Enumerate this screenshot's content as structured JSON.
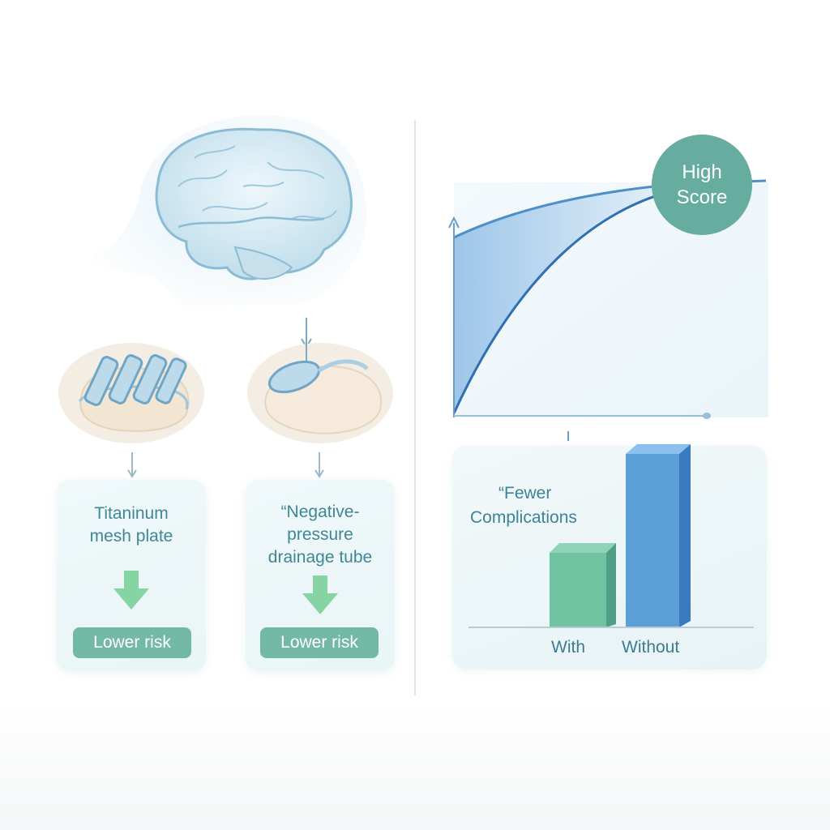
{
  "left_panel": {
    "card1": {
      "label_line1": "Titaninum",
      "label_line2": "mesh plate",
      "badge": "Lower risk"
    },
    "card2": {
      "label_line1": "“Negative-",
      "label_line2": "pressure",
      "label_line3": "drainage tube",
      "badge": "Lower risk"
    }
  },
  "right_panel": {
    "score_badge_line1": "High",
    "score_badge_line2": "Score",
    "bars_title_line1": "“Fewer",
    "bars_title_line2": "Complications",
    "bar_labels": [
      "With",
      "Without"
    ]
  },
  "colors": {
    "teal": "#74b8a6",
    "blue_bar": "#5b9fd9",
    "green_bar": "#6fc3a1",
    "text": "#3f8696"
  }
}
